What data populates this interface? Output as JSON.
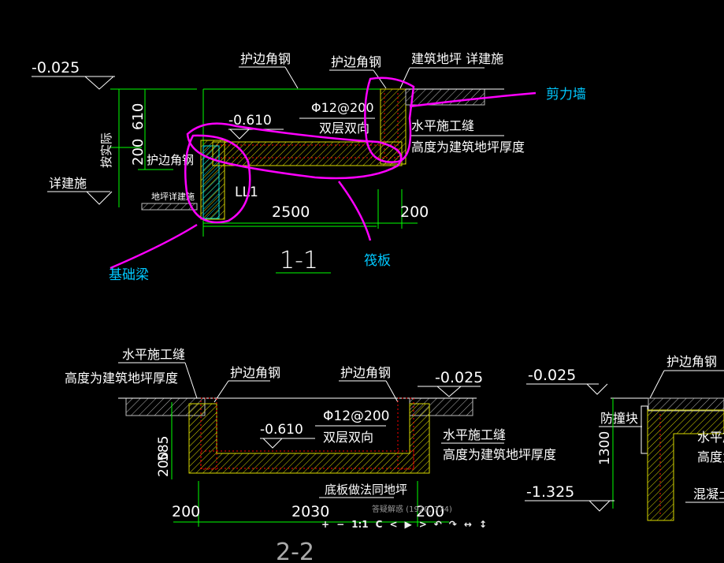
{
  "drawing": {
    "s11": {
      "elev_top": "-0.025",
      "angle1": "护边角钢",
      "angle2": "护边角钢",
      "floor_note": "建筑地坪 详建施",
      "rebar": "Φ12@200",
      "double": "双层双向",
      "elev_inner": "-0.610",
      "joint1": "水平施工缝",
      "joint2": "高度为建筑地坪厚度",
      "d610": "610",
      "d200": "200",
      "side": "按实际",
      "detail": "详建施",
      "angle_left": "护边角钢",
      "floor_detail": "地坪详建施",
      "beam": "LL1",
      "w2500": "2500",
      "w200": "200",
      "title": "1-1"
    },
    "s22": {
      "joint1": "水平施工缝",
      "joint2": "高度为建筑地坪厚度",
      "angle1": "护边角钢",
      "angle2": "护边角钢",
      "elev_top": "-0.025",
      "rebar": "Φ12@200",
      "double": "双层双向",
      "elev_inner": "-0.610",
      "joint3": "水平施工缝",
      "joint4": "高度为建筑地坪厚度",
      "d585": "585",
      "d200": "200",
      "bottom": "底板做法同地坪",
      "w200": "200",
      "w2030": "2030",
      "w200b": "200",
      "title": "2-2"
    },
    "s33": {
      "elev_top": "-0.025",
      "angle": "护边角钢",
      "block": "防撞块",
      "d1300": "1300",
      "elev_bottom": "-1.325",
      "joint1": "水平施",
      "joint2": "高度为",
      "concrete": "混凝土"
    }
  },
  "annotations": {
    "shear_wall": "剪力墙",
    "raft": "筏板",
    "found_beam": "基础梁"
  },
  "viewer": {
    "watermark": "答疑解惑 (1920, 774)",
    "toolbar": [
      "+",
      "−",
      "1:1",
      "C",
      "<",
      "▶",
      ">",
      "↶",
      "↷",
      "↔",
      "↕"
    ]
  },
  "colors": {
    "background": "#000000",
    "text": "#ffffff",
    "dimension": "#00ff00",
    "rebar": "#ff0000",
    "hatch": "#ffff00",
    "annotation_stroke": "#ff00ff",
    "annotation_text": "#00c8ff",
    "wall": "#00ffff"
  }
}
